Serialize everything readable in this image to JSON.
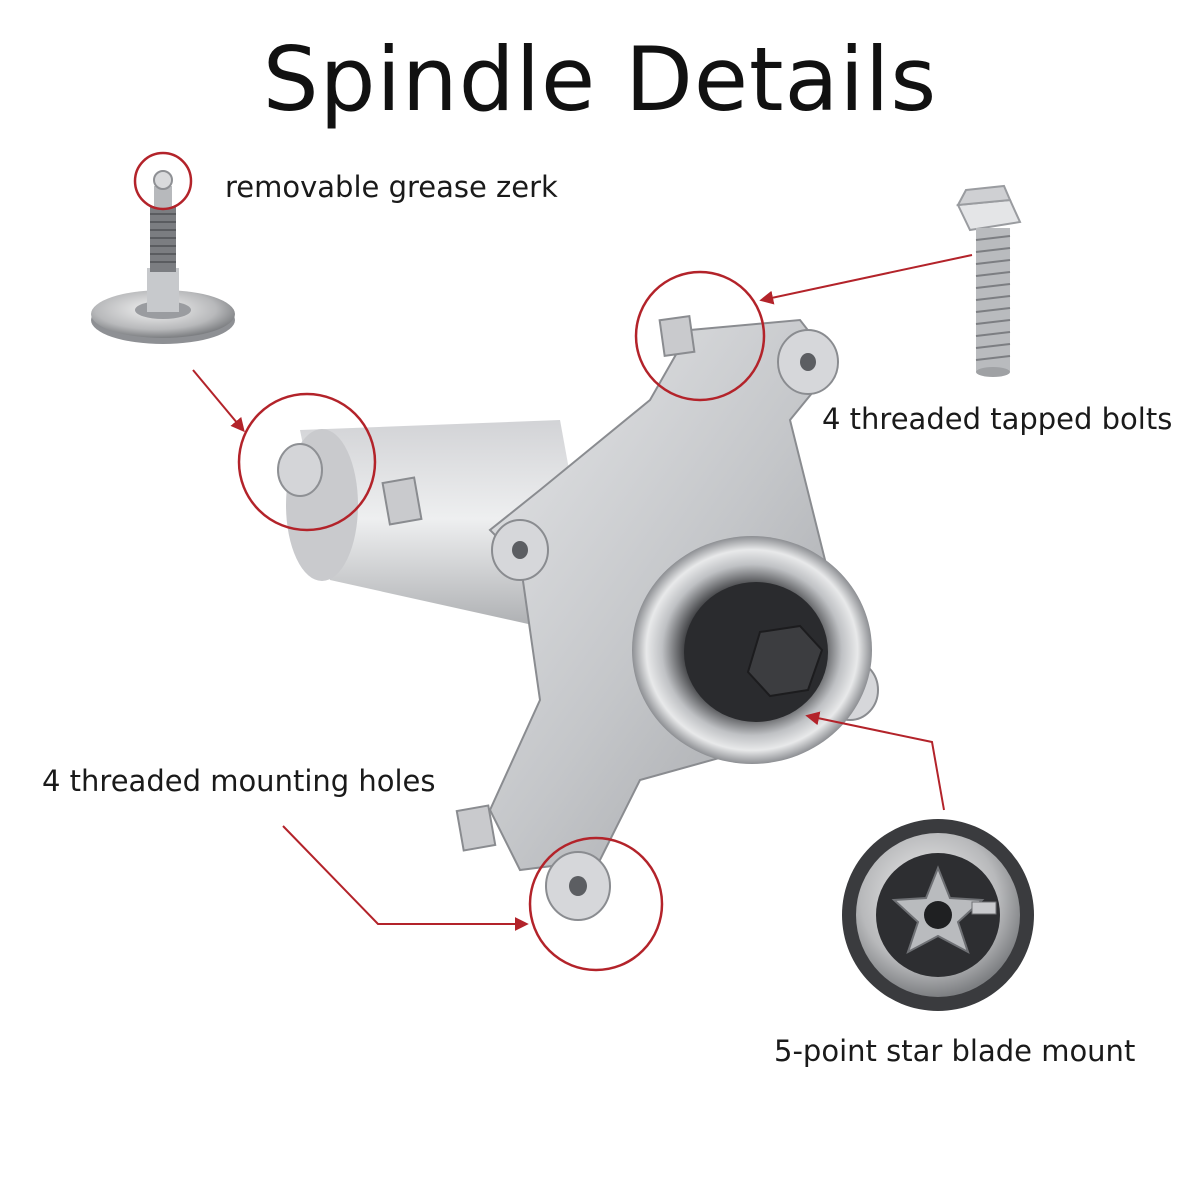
{
  "title": "Spindle Details",
  "labels": {
    "grease_zerk": "removable grease zerk",
    "tapped_bolts": "4 threaded tapped bolts",
    "mounting_holes": "4 threaded mounting holes",
    "star_mount": "5-point star blade mount"
  },
  "colors": {
    "callout": "#b3232a",
    "metal_light": "#d9dadc",
    "metal_mid": "#b4b6b9",
    "metal_dark": "#6e7074",
    "bearing_dark": "#2a2b2e",
    "text": "#1a1a1a"
  },
  "icons": {
    "zerk": "grease-zerk-icon",
    "bolt": "hex-flange-bolt-icon",
    "spindle": "spindle-housing-icon",
    "star": "star-blade-mount-icon"
  }
}
